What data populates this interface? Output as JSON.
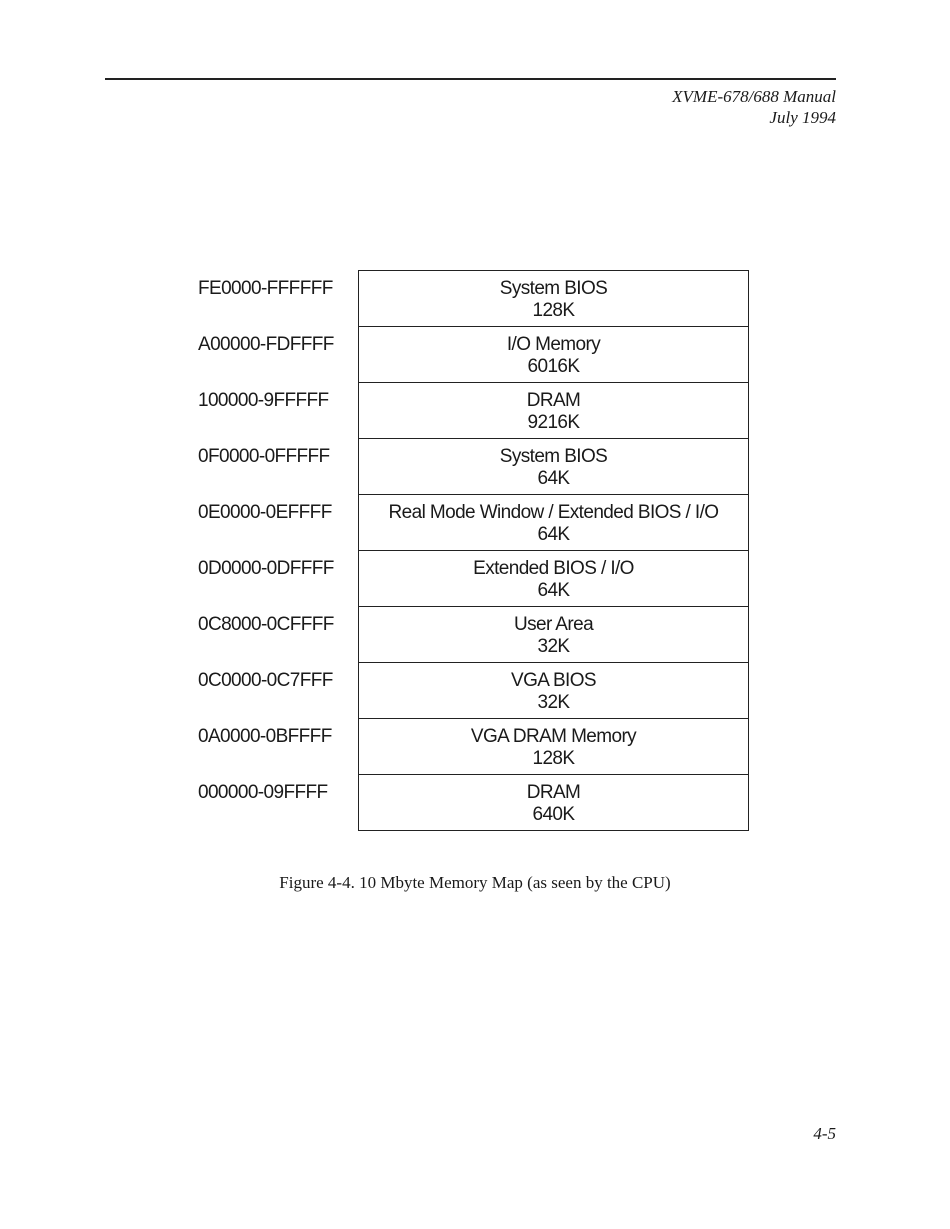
{
  "header": {
    "manual_title": "XVME-678/688 Manual",
    "date": "July 1994"
  },
  "memory_map": {
    "regions": [
      {
        "range": "FE0000-FFFFFF",
        "name": "System BIOS",
        "size": "128K"
      },
      {
        "range": "A00000-FDFFFF",
        "name": "I/O Memory",
        "size": "6016K"
      },
      {
        "range": "100000-9FFFFF",
        "name": "DRAM",
        "size": "9216K"
      },
      {
        "range": "0F0000-0FFFFF",
        "name": "System BIOS",
        "size": "64K"
      },
      {
        "range": "0E0000-0EFFFF",
        "name": "Real Mode Window / Extended BIOS / I/O",
        "size": "64K"
      },
      {
        "range": "0D0000-0DFFFF",
        "name": "Extended BIOS / I/O",
        "size": "64K"
      },
      {
        "range": "0C8000-0CFFFF",
        "name": "User Area",
        "size": "32K"
      },
      {
        "range": "0C0000-0C7FFF",
        "name": "VGA BIOS",
        "size": "32K"
      },
      {
        "range": "0A0000-0BFFFF",
        "name": "VGA DRAM Memory",
        "size": "128K"
      },
      {
        "range": "000000-09FFFF",
        "name": "DRAM",
        "size": "640K"
      }
    ]
  },
  "caption": "Figure 4-4.  10 Mbyte Memory Map (as seen by the CPU)",
  "page_number": "4-5"
}
